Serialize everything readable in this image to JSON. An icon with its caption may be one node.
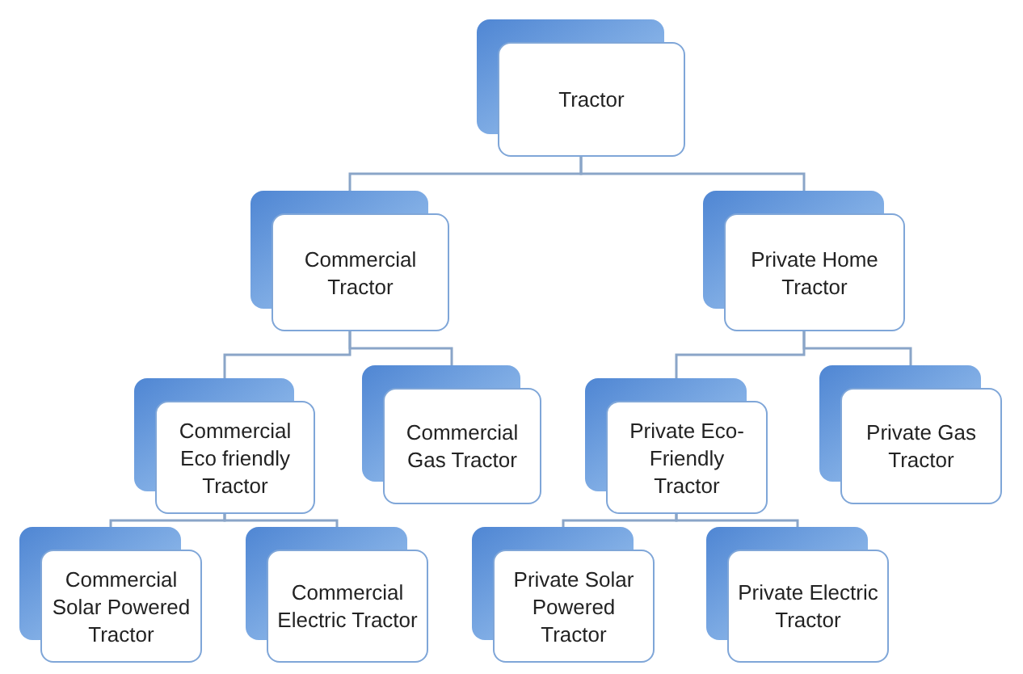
{
  "diagram": {
    "nodes": [
      {
        "text": [
          "Tractor"
        ]
      },
      {
        "text": [
          "Commercial Tractor"
        ]
      },
      {
        "text": [
          "Private Home Tractor"
        ]
      },
      {
        "text": [
          "Commercial Eco friendly Tractor"
        ]
      },
      {
        "text": [
          "Commercial Gas Tractor"
        ]
      },
      {
        "text": [
          "Private Eco-Friendly Tractor"
        ]
      },
      {
        "text": [
          "Private Gas Tractor"
        ]
      },
      {
        "text": [
          "Commercial Solar Powered Tractor"
        ]
      },
      {
        "text": [
          "Commercial Electric Tractor"
        ]
      },
      {
        "text": [
          "Private Solar Powered Tractor"
        ]
      },
      {
        "text": [
          "Private Electric Tractor"
        ]
      }
    ],
    "edges": [
      {
        "from": 0,
        "to": 1,
        "arrow": "none"
      },
      {
        "from": 0,
        "to": 2,
        "arrow": "none"
      },
      {
        "from": 1,
        "to": 3,
        "arrow": "none"
      },
      {
        "from": 1,
        "to": 4,
        "arrow": "none"
      },
      {
        "from": 2,
        "to": 5,
        "arrow": "none"
      },
      {
        "from": 2,
        "to": 6,
        "arrow": "none"
      },
      {
        "from": 3,
        "to": 7,
        "arrow": "none"
      },
      {
        "from": 3,
        "to": 8,
        "arrow": "none"
      },
      {
        "from": 5,
        "to": 9,
        "arrow": "none"
      },
      {
        "from": 5,
        "to": 10,
        "arrow": "none"
      }
    ]
  }
}
